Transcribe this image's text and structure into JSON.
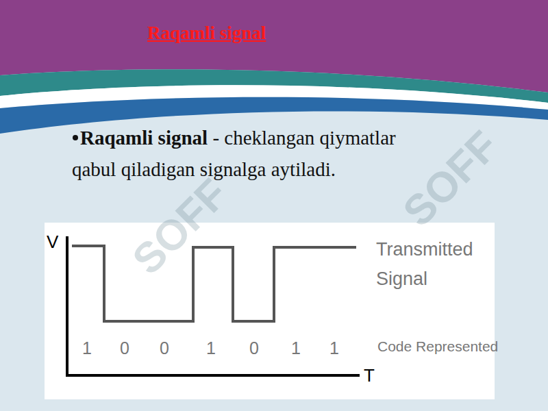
{
  "diagram": {
    "title": "Raqamli signal",
    "labels": [
      "Raqamli signal",
      "- cheklangan qiymatlar qabul qiladigan signalga aytiladi.",
      "V",
      "T",
      "Transmitted Signal",
      "1",
      "0",
      "0",
      "1",
      "0",
      "1",
      "1",
      "Code Represented",
      "SOFF",
      "SOFF"
    ]
  }
}
